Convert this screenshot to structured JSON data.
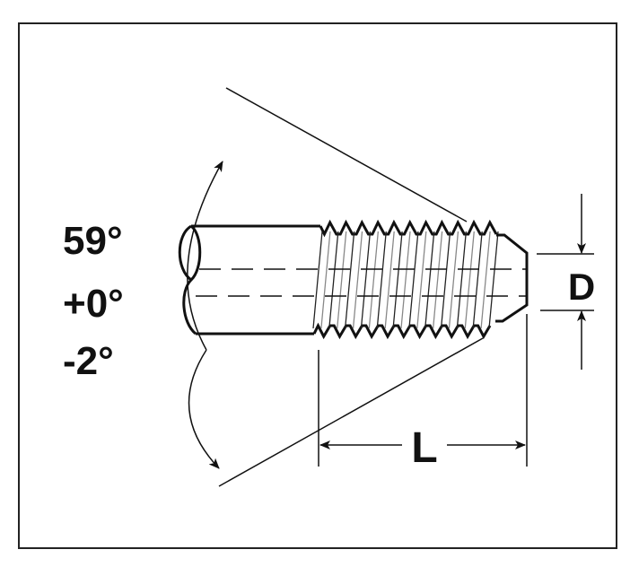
{
  "diagram": {
    "angle_labels": [
      "59°",
      "+0°",
      "-2°"
    ],
    "diameter_label": "D",
    "length_label": "L",
    "thread_count": 11
  }
}
